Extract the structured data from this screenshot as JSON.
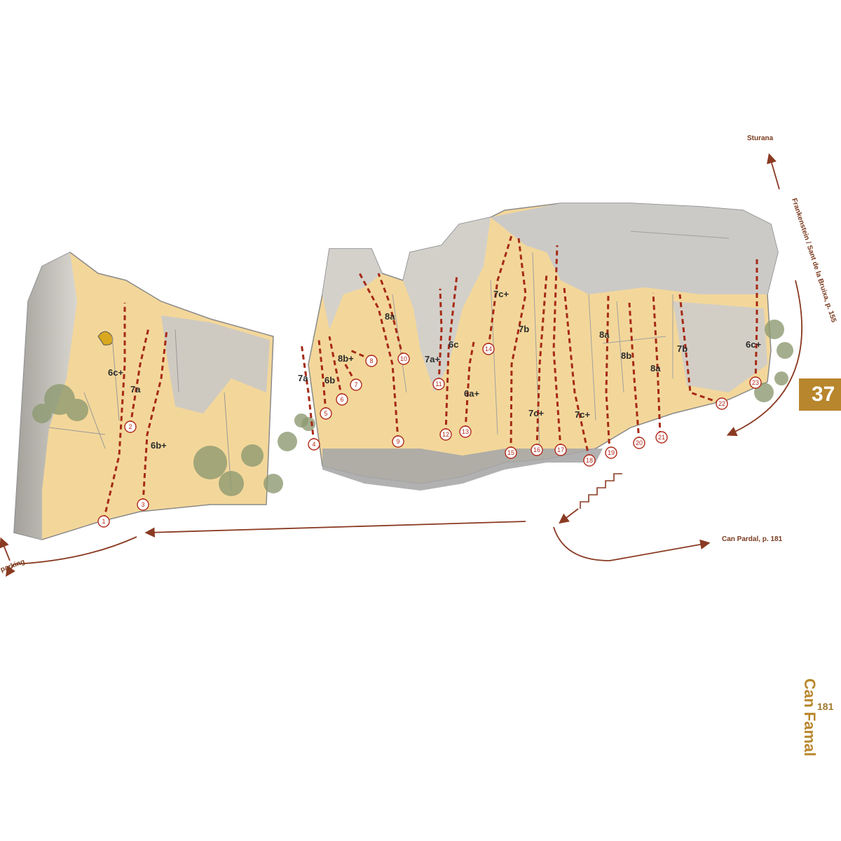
{
  "badge": {
    "sector_number": "37"
  },
  "side_title": "Can Famal",
  "page_number": "181",
  "labels": {
    "storona": "Sturana",
    "frankenstein": "Frankenstein / Sant de la Bruixa, p. 155",
    "can_pardal": "Can Pardal, p. 181",
    "parking": "parking"
  },
  "colors": {
    "accent": "#b8862c",
    "route": "#a52a16",
    "trail": "#8a3a22",
    "rock_shade": "#bfbfbf",
    "rock_sun": "#f3d79a"
  },
  "routes": [
    {
      "number": "1",
      "grade": "6c+"
    },
    {
      "number": "2",
      "grade": "7a"
    },
    {
      "number": "3",
      "grade": "6b+"
    },
    {
      "number": "4",
      "grade": "7a"
    },
    {
      "number": "5",
      "grade": "6b"
    },
    {
      "number": "6",
      "grade": ""
    },
    {
      "number": "7",
      "grade": ""
    },
    {
      "number": "8",
      "grade": "8b+"
    },
    {
      "number": "9",
      "grade": "8a"
    },
    {
      "number": "10",
      "grade": ""
    },
    {
      "number": "11",
      "grade": "7a+"
    },
    {
      "number": "12",
      "grade": "6c"
    },
    {
      "number": "13",
      "grade": "6a+"
    },
    {
      "number": "14",
      "grade": "7c+"
    },
    {
      "number": "15",
      "grade": "7b"
    },
    {
      "number": "16",
      "grade": "7c+"
    },
    {
      "number": "17",
      "grade": ""
    },
    {
      "number": "18",
      "grade": "7c+"
    },
    {
      "number": "19",
      "grade": ""
    },
    {
      "number": "20",
      "grade": "8a"
    },
    {
      "number": "21",
      "grade": "8b"
    },
    {
      "number": "22",
      "grade": "8a"
    },
    {
      "number": "23",
      "grade": "7b"
    },
    {
      "number": "",
      "grade": "6c+"
    }
  ]
}
